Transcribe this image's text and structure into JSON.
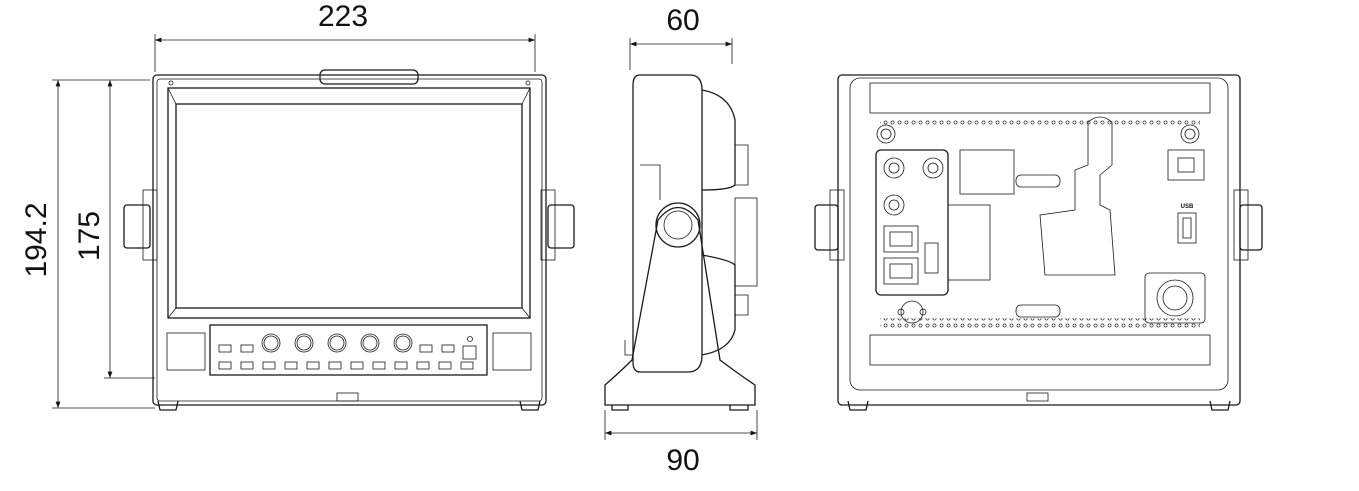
{
  "dimensions": {
    "width": "223",
    "depth_top": "60",
    "height_total": "194.2",
    "height_body": "175",
    "depth_base": "90"
  },
  "rear_labels": {
    "usb": "USB"
  }
}
